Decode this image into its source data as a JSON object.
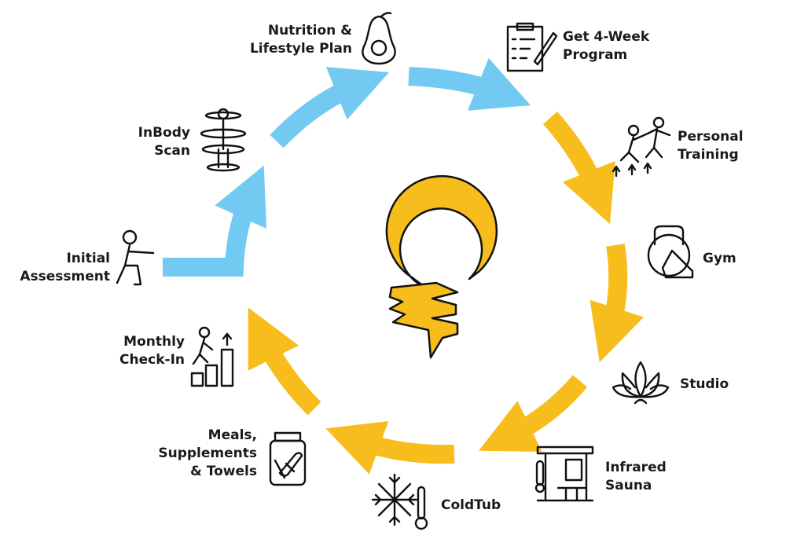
{
  "colors": {
    "blue": "#72c9f2",
    "yellow": "#f7bd1c",
    "outline": "#111111"
  },
  "steps": [
    {
      "label": "Initial\nAssessment",
      "icon": "squat-person-icon"
    },
    {
      "label": "InBody\nScan",
      "icon": "body-scan-icon"
    },
    {
      "label": "Nutrition &\nLifestyle Plan",
      "icon": "avocado-icon"
    },
    {
      "label": "Get 4-Week\nProgram",
      "icon": "clipboard-icon"
    },
    {
      "label": "Personal\nTraining",
      "icon": "climbing-people-icon"
    },
    {
      "label": "Gym",
      "icon": "kettlebell-icon"
    },
    {
      "label": "Studio",
      "icon": "lotus-icon"
    },
    {
      "label": "Infrared\nSauna",
      "icon": "sauna-icon"
    },
    {
      "label": "ColdTub",
      "icon": "snowflake-thermometer-icon"
    },
    {
      "label": "Meals,\nSupplements\n& Towels",
      "icon": "supplement-jar-icon"
    },
    {
      "label": "Monthly\nCheck-In",
      "icon": "stairs-progress-icon"
    }
  ]
}
